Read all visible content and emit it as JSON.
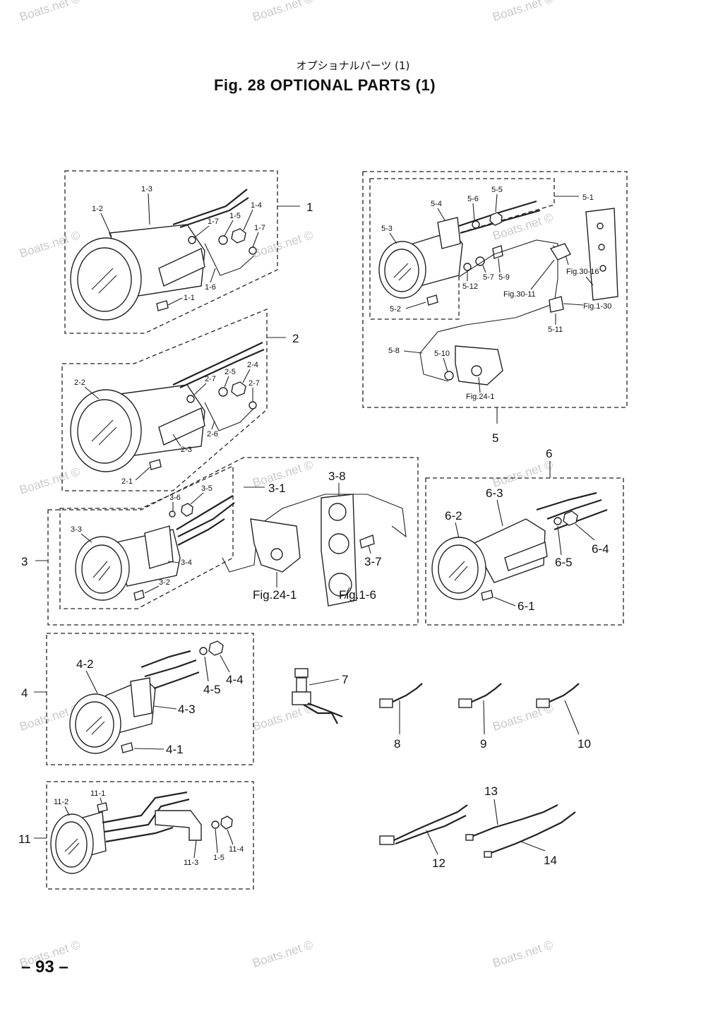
{
  "header": {
    "japanese_title": "オプショナルパーツ (1)",
    "english_title": "Fig. 28   OPTIONAL PARTS (1)"
  },
  "page_number": "– 93 –",
  "watermark": "Boats.net ©",
  "callouts": {
    "a1": "1",
    "a2": "2",
    "a3": "3",
    "a4": "4",
    "a5": "5",
    "a6": "6",
    "a7": "7",
    "a8": "8",
    "a9": "9",
    "a10": "10",
    "a11": "11",
    "a12": "12",
    "a13": "13",
    "a14": "14",
    "g1_1": "1-1",
    "g1_2": "1-2",
    "g1_3": "1-3",
    "g1_4": "1-4",
    "g1_5": "1-5",
    "g1_6": "1-6",
    "g1_7a": "1-7",
    "g1_7b": "1-7",
    "g2_1": "2-1",
    "g2_2": "2-2",
    "g2_3": "2-3",
    "g2_4": "2-4",
    "g2_5": "2-5",
    "g2_6": "2-6",
    "g2_7a": "2-7",
    "g2_7b": "2-7",
    "g3_1": "3-1",
    "g3_2": "3-2",
    "g3_3": "3-3",
    "g3_4": "3-4",
    "g3_5": "3-5",
    "g3_6": "3-6",
    "g3_7": "3-7",
    "g3_8": "3-8",
    "fig24_1a": "Fig.24-1",
    "fig1_6a": "Fig.1-6",
    "g4_1": "4-1",
    "g4_2": "4-2",
    "g4_3": "4-3",
    "g4_4": "4-4",
    "g4_5": "4-5",
    "g5_1": "5-1",
    "g5_2": "5-2",
    "g5_3": "5-3",
    "g5_4": "5-4",
    "g5_5": "5-5",
    "g5_6": "5-6",
    "g5_7": "5-7",
    "g5_8": "5-8",
    "g5_9": "5-9",
    "g5_10": "5-10",
    "g5_11": "5-11",
    "g5_12": "5-12",
    "fig30_11": "Fig.30-11",
    "fig30_16": "Fig.30-16",
    "fig1_30": "Fig.1-30",
    "fig24_1b": "Fig.24-1",
    "g6_1": "6-1",
    "g6_2": "6-2",
    "g6_3": "6-3",
    "g6_4": "6-4",
    "g6_5": "6-5",
    "g11_1": "11-1",
    "g11_2": "11-2",
    "g11_3": "11-3",
    "g11_4": "11-4",
    "g11_5": "1-5"
  }
}
